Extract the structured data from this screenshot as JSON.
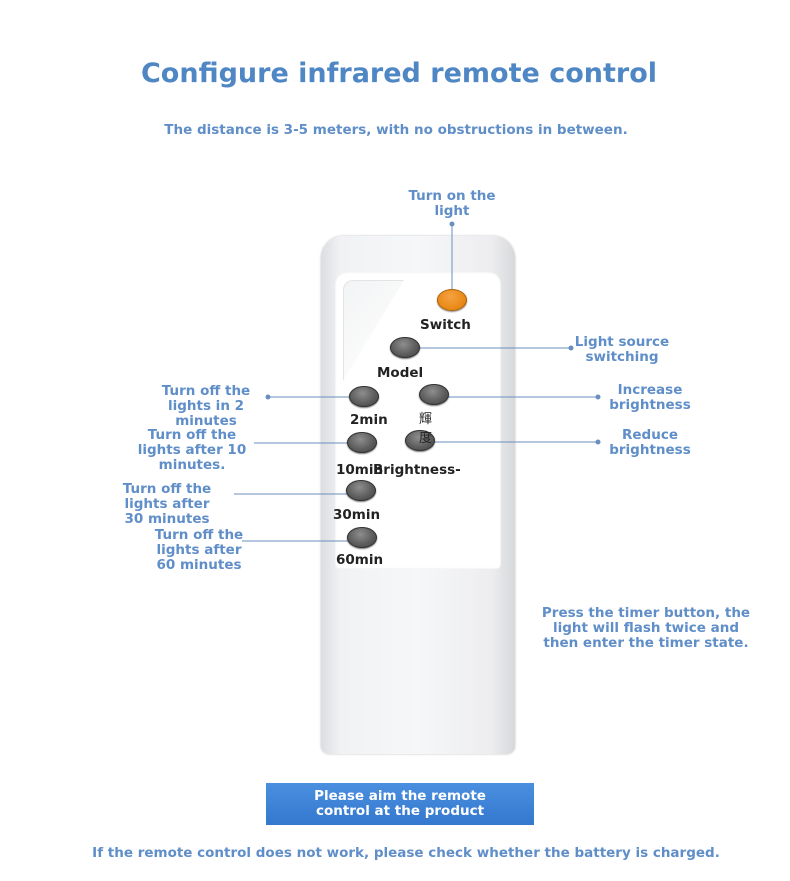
{
  "header": {
    "title": "Configure infrared remote control",
    "subtitle": "The distance is 3-5 meters, with no obstructions in between."
  },
  "annotations": {
    "turn_on": "Turn on the light",
    "light_source": "Light source switching",
    "increase": "Increase brightness",
    "reduce": "Reduce brightness",
    "off_2": "Turn off the lights in 2 minutes",
    "off_10": "Turn off the lights after 10 minutes.",
    "off_30": "Turn off the lights after 30 minutes",
    "off_60": "Turn off the lights after 60 minutes",
    "timer_note": "Press the timer button, the light will flash twice and then enter the timer state."
  },
  "remote": {
    "switch": "Switch",
    "model": "Model",
    "min2": "2min",
    "min10": "10min",
    "brightness_minus": "Brightness-",
    "min30": "30min",
    "min60": "60min",
    "cjk_upper": "輝",
    "cjk_lower": "度"
  },
  "banner": {
    "text": "Please aim the remote control at the product"
  },
  "footer": {
    "text": "If the remote control does not work, please check whether the battery is charged."
  },
  "colors": {
    "heading_blue": "#4f86c4",
    "note_blue": "#5f8ec8",
    "banner_blue": "#3f83d8",
    "switch_orange": "#e98a17",
    "button_gray": "#5b5b5b"
  }
}
